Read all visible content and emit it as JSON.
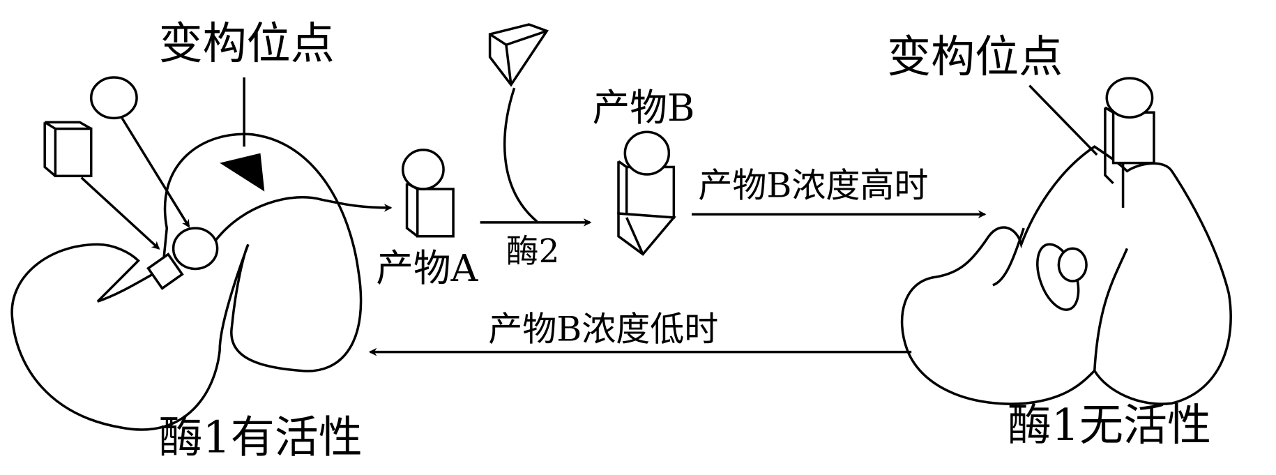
{
  "labels": {
    "allosteric_site_left": "变构位点",
    "allosteric_site_right": "变构位点",
    "product_a": "产物A",
    "enzyme2": "酶2",
    "product_b": "产物B",
    "high_concentration": "产物B浓度高时",
    "low_concentration": "产物B浓度低时",
    "enzyme1_active": "酶1有活性",
    "enzyme1_inactive": "酶1无活性"
  }
}
